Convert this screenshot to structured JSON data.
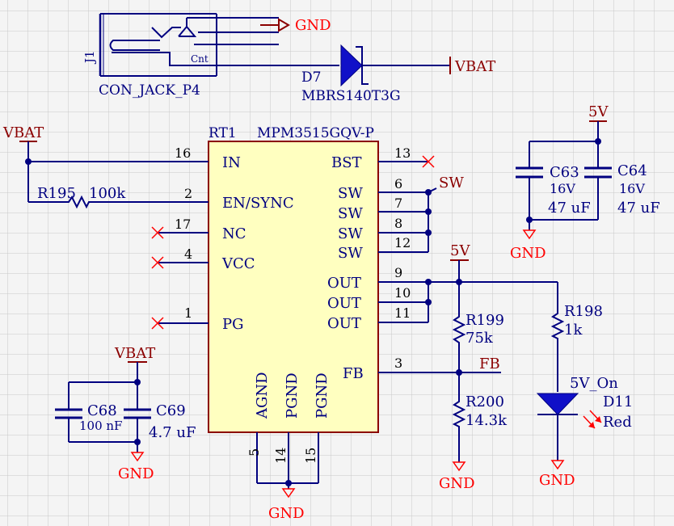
{
  "colors": {
    "background": "#f4f4f4",
    "grid": "#c8c8c8",
    "wire": "#000080",
    "component": "#00007a",
    "body_fill": "#ffffc0",
    "body_stroke": "#8b0000",
    "power_label": "#8b0000",
    "gnd_label": "#ff0000",
    "net_label": "#8b0000",
    "no_connect": "#ff0000",
    "led": "#1010c8",
    "led_arrow": "#ff0000"
  },
  "j1": {
    "ref": "J1",
    "value": "CON_JACK_P4",
    "pin_label": "Cnt"
  },
  "d7": {
    "ref": "D7",
    "value": "MBRS140T3G"
  },
  "rt1": {
    "ref": "RT1",
    "value": "MPM3515GQV-P",
    "left_pins": [
      {
        "name": "IN",
        "num": "16"
      },
      {
        "name": "EN/SYNC",
        "num": "2"
      },
      {
        "name": "NC",
        "num": "17"
      },
      {
        "name": "VCC",
        "num": "4"
      },
      {
        "name": "PG",
        "num": "1"
      }
    ],
    "right_pins": [
      {
        "name": "BST",
        "num": "13"
      },
      {
        "name": "SW",
        "num": "6"
      },
      {
        "name": "SW",
        "num": "7"
      },
      {
        "name": "SW",
        "num": "8"
      },
      {
        "name": "SW",
        "num": "12"
      },
      {
        "name": "OUT",
        "num": "9"
      },
      {
        "name": "OUT",
        "num": "10"
      },
      {
        "name": "OUT",
        "num": "11"
      },
      {
        "name": "FB",
        "num": "3"
      }
    ],
    "bottom_pins": [
      {
        "name": "AGND",
        "num": "5"
      },
      {
        "name": "PGND",
        "num": "14"
      },
      {
        "name": "PGND",
        "num": "15"
      }
    ]
  },
  "r195": {
    "ref": "R195",
    "value": "100k"
  },
  "r199": {
    "ref": "R199",
    "value": "75k"
  },
  "r200": {
    "ref": "R200",
    "value": "14.3k"
  },
  "r198": {
    "ref": "R198",
    "value": "1k"
  },
  "c63": {
    "ref": "C63",
    "voltage": "16V",
    "value": "47 uF"
  },
  "c64": {
    "ref": "C64",
    "voltage": "16V",
    "value": "47 uF"
  },
  "c68": {
    "ref": "C68",
    "value": "100 nF"
  },
  "c69": {
    "ref": "C69",
    "value": "4.7 uF"
  },
  "d11": {
    "ref": "D11",
    "name": "5V_On",
    "color": "Red"
  },
  "nets": {
    "gnd": "GND",
    "vbat": "VBAT",
    "five_v": "5V",
    "sw": "SW",
    "fb": "FB"
  }
}
